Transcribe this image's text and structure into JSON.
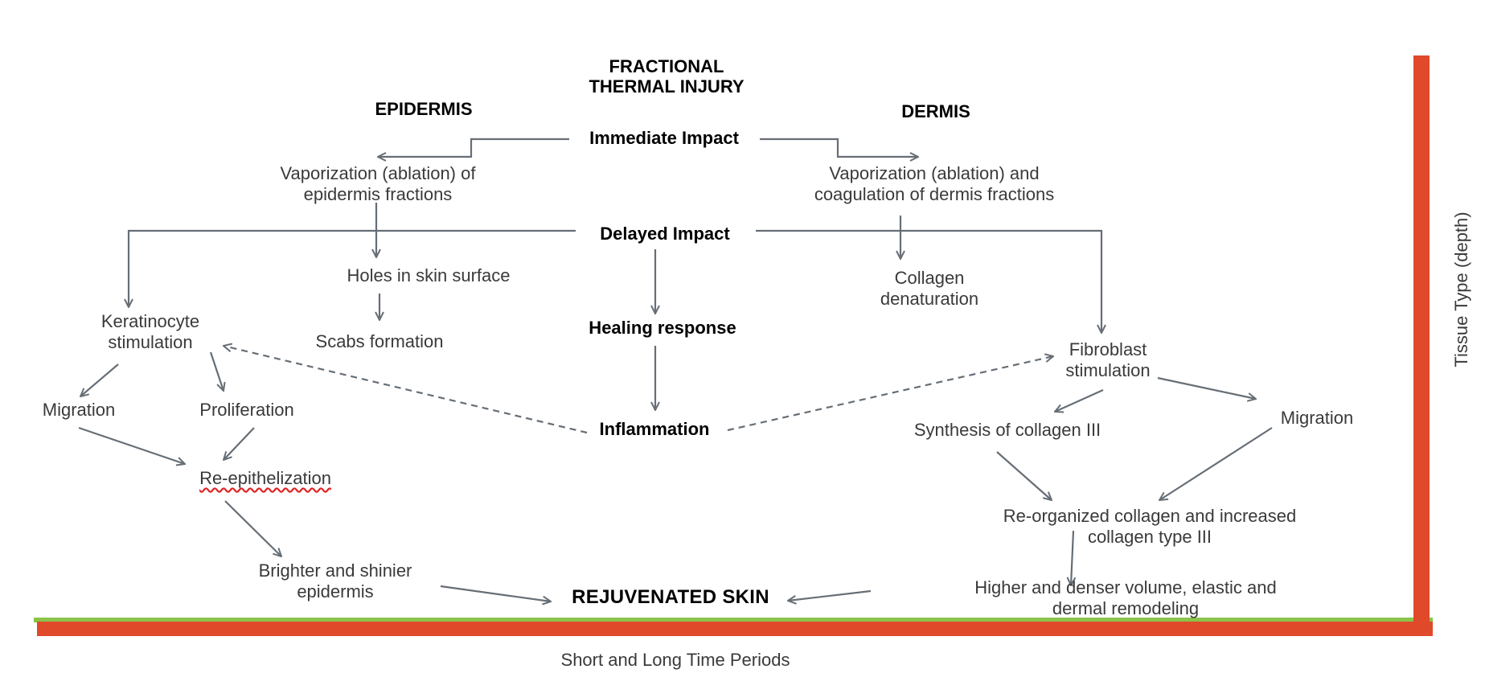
{
  "title": "FRACTIONAL\nTHERMAL INJURY",
  "columns": {
    "left": "EPIDERMIS",
    "right": "DERMIS"
  },
  "stages": {
    "immediate": "Immediate Impact",
    "delayed": "Delayed Impact",
    "healing": "Healing response",
    "inflammation": "Inflammation"
  },
  "epidermis": {
    "vaporization": "Vaporization (ablation) of\nepidermis fractions",
    "holes": "Holes in skin surface",
    "scabs": "Scabs formation",
    "keratinocyte": "Keratinocyte\nstimulation",
    "migration": "Migration",
    "proliferation": "Proliferation",
    "reepithelization": "Re-epithelization",
    "brighter": "Brighter and shinier\nepidermis"
  },
  "dermis": {
    "vaporization": "Vaporization (ablation) and\ncoagulation of dermis fractions",
    "collagen_denaturation": "Collagen\ndenaturation",
    "fibroblast": "Fibroblast\nstimulation",
    "synthesis": "Synthesis of collagen III",
    "migration": "Migration",
    "reorganized": "Re-organized collagen and increased collagen type III",
    "higher": "Higher and denser volume, elastic and dermal remodeling"
  },
  "outcome": "REJUVENATED SKIN",
  "axes": {
    "x_label": "Short and Long Time Periods",
    "y_label": "Tissue Type (depth)"
  },
  "colors": {
    "axis_bar": "#e0492a",
    "axis_accent": "#8bc34a",
    "connector": "#666e76"
  }
}
